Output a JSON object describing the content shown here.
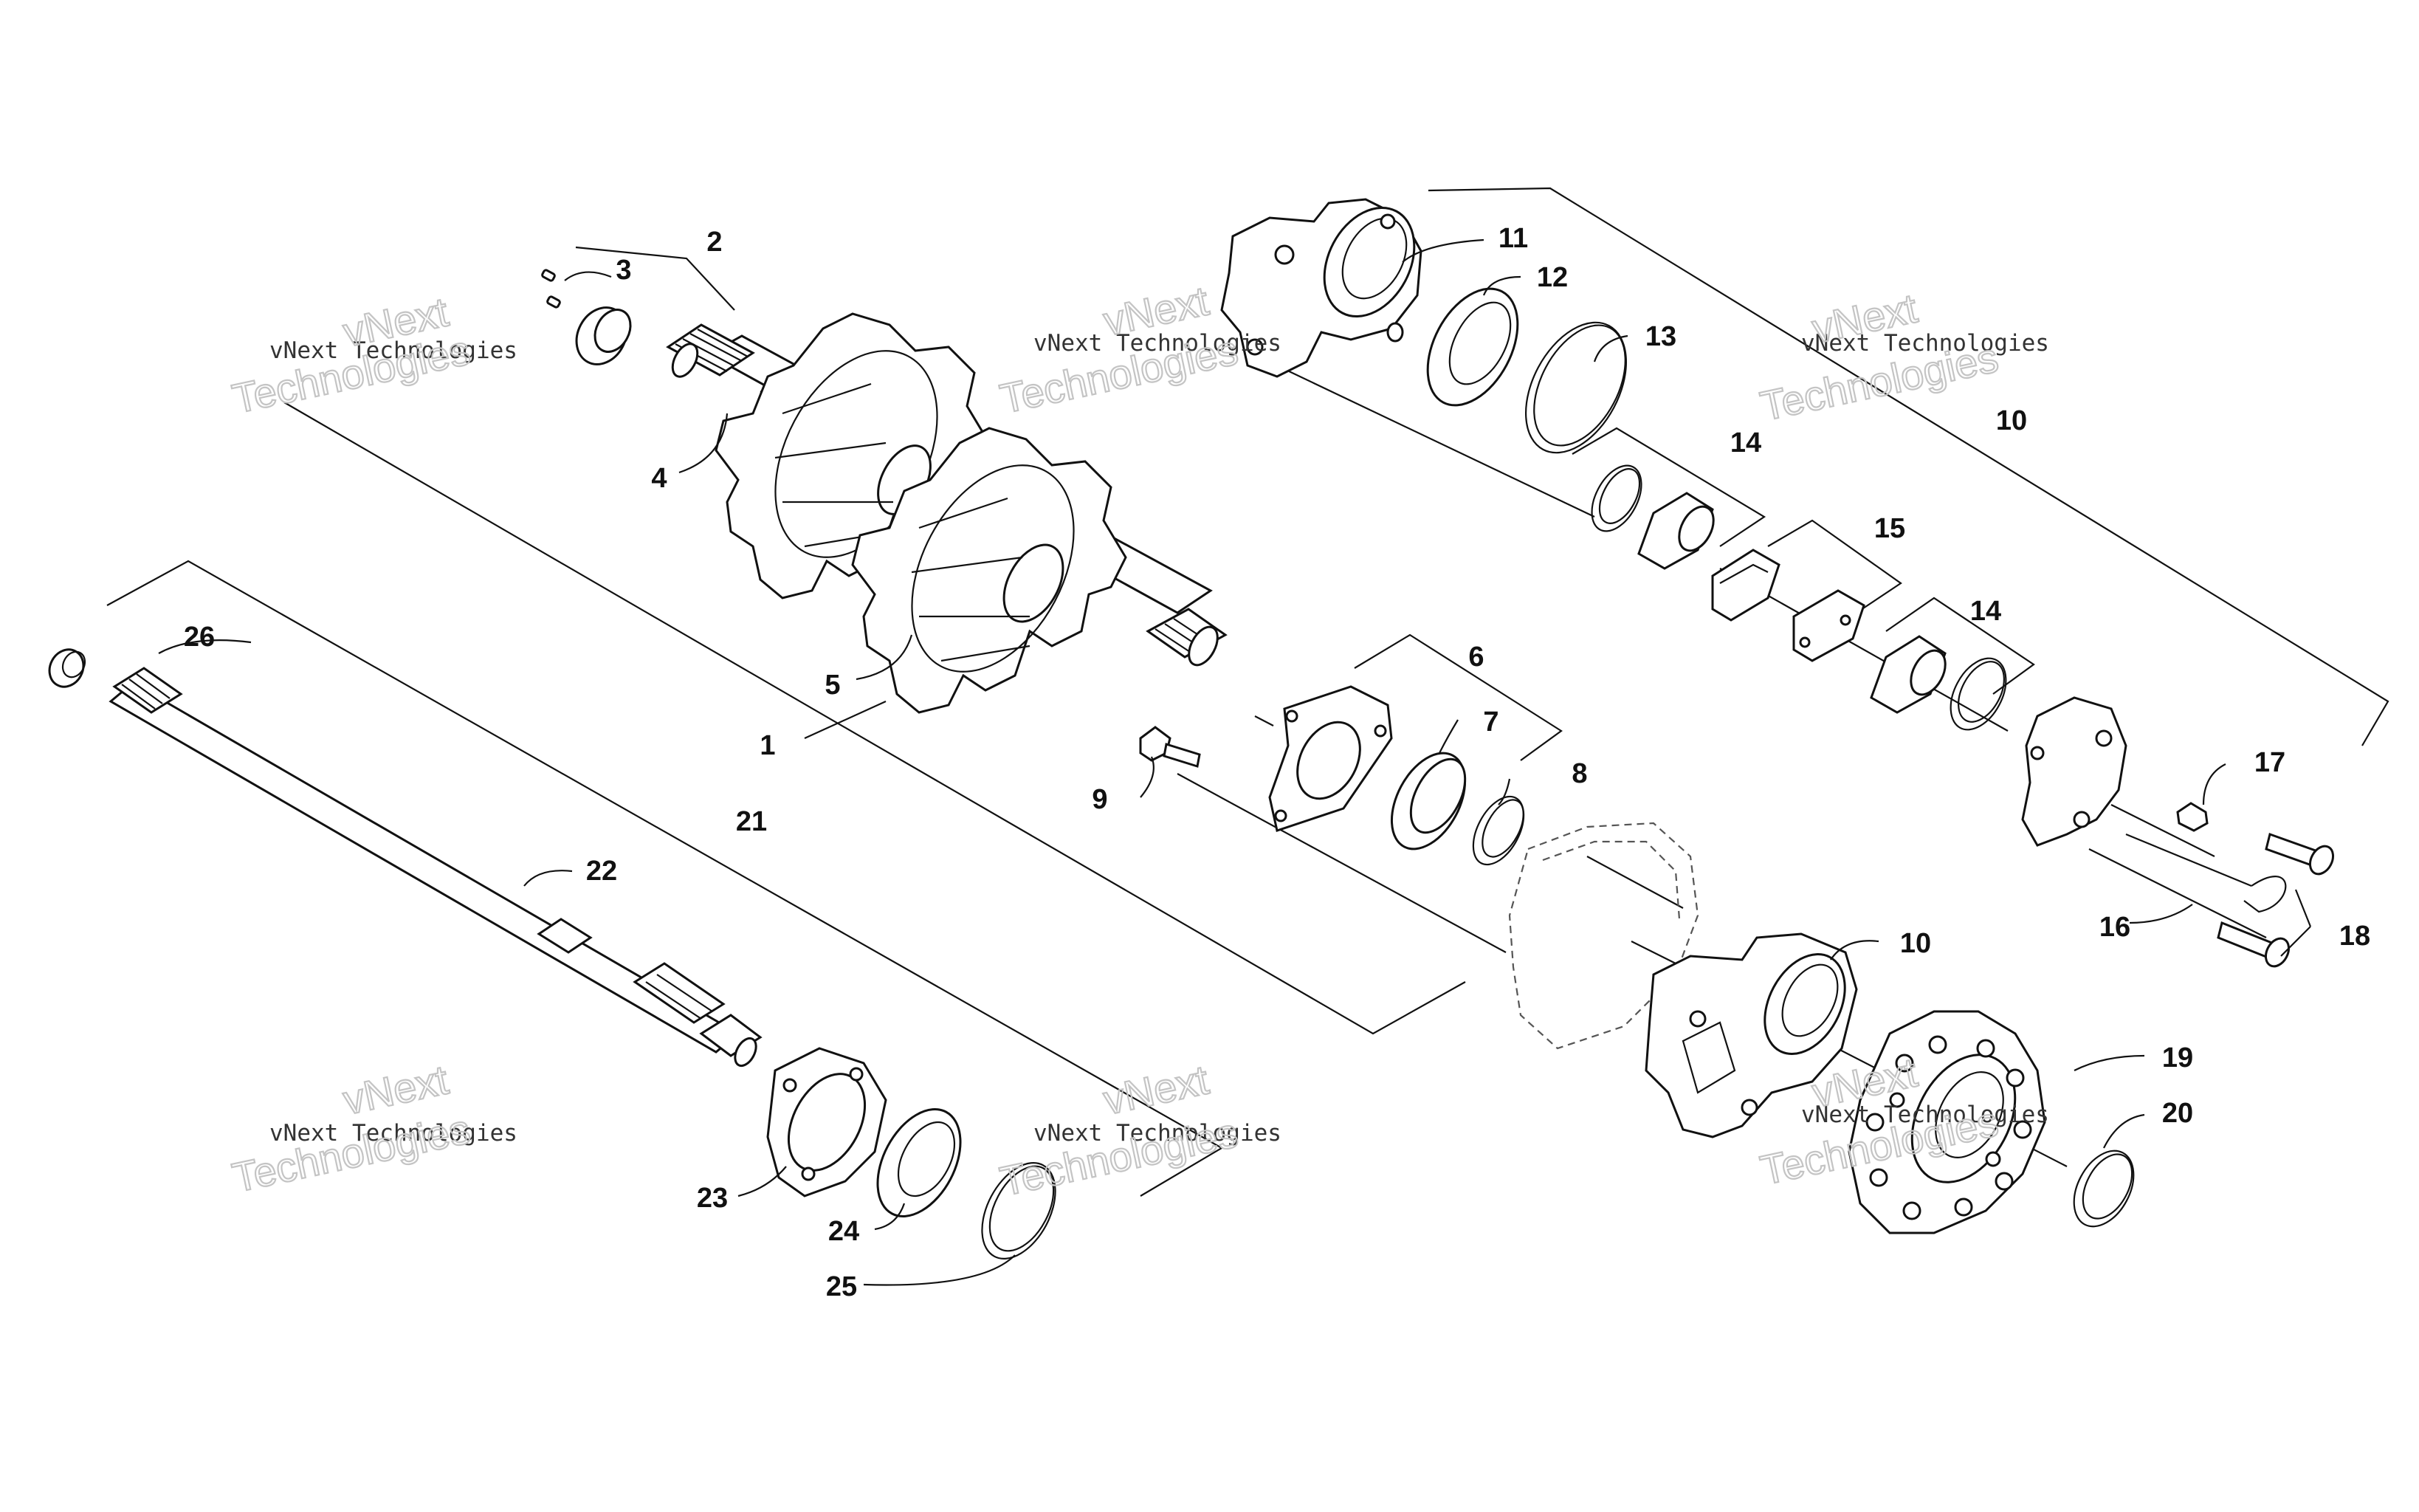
{
  "callouts": {
    "c1": "1",
    "c2": "2",
    "c3": "3",
    "c4": "4",
    "c5": "5",
    "c6": "6",
    "c7": "7",
    "c8": "8",
    "c9": "9",
    "c10a": "10",
    "c10b": "10",
    "c11": "11",
    "c12": "12",
    "c13": "13",
    "c14a": "14",
    "c14b": "14",
    "c15": "15",
    "c16": "16",
    "c17": "17",
    "c18": "18",
    "c19": "19",
    "c20": "20",
    "c21": "21",
    "c22": "22",
    "c23": "23",
    "c24": "24",
    "c25": "25",
    "c26": "26"
  },
  "watermark": {
    "text": "vNext Technologies",
    "line1": "vNext",
    "line2": "Technologies"
  }
}
